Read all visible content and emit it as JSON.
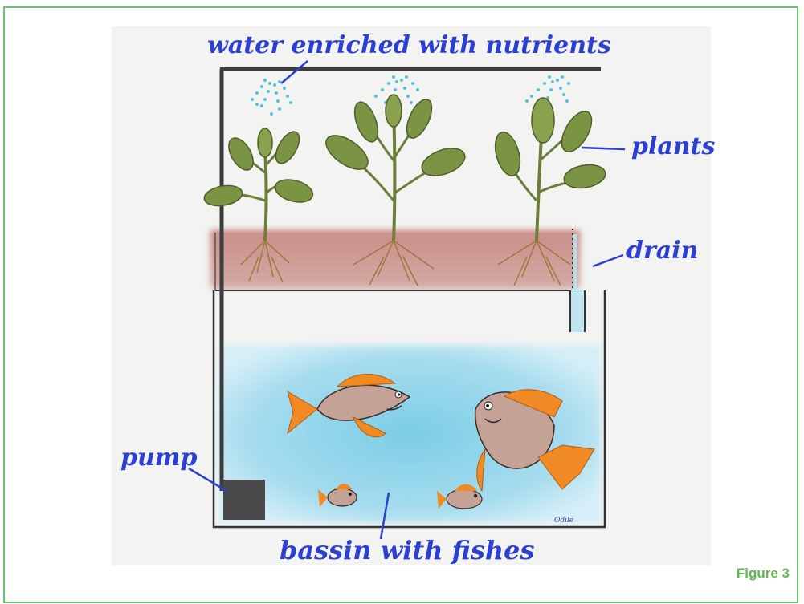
{
  "diagram": {
    "labels": {
      "water": "water enriched with nutrients",
      "plants": "plants",
      "drain": "drain",
      "pump": "pump",
      "basin": "bassin with fishes"
    },
    "signature": "Odile",
    "colors": {
      "label": "#2c3fd3",
      "frame": "#6cc26f",
      "water": "#9fd8ea",
      "soil": "#b76a5f",
      "fish": "#f08a24",
      "pump": "#4a4a4d"
    }
  },
  "figure_caption": "Figure 3"
}
